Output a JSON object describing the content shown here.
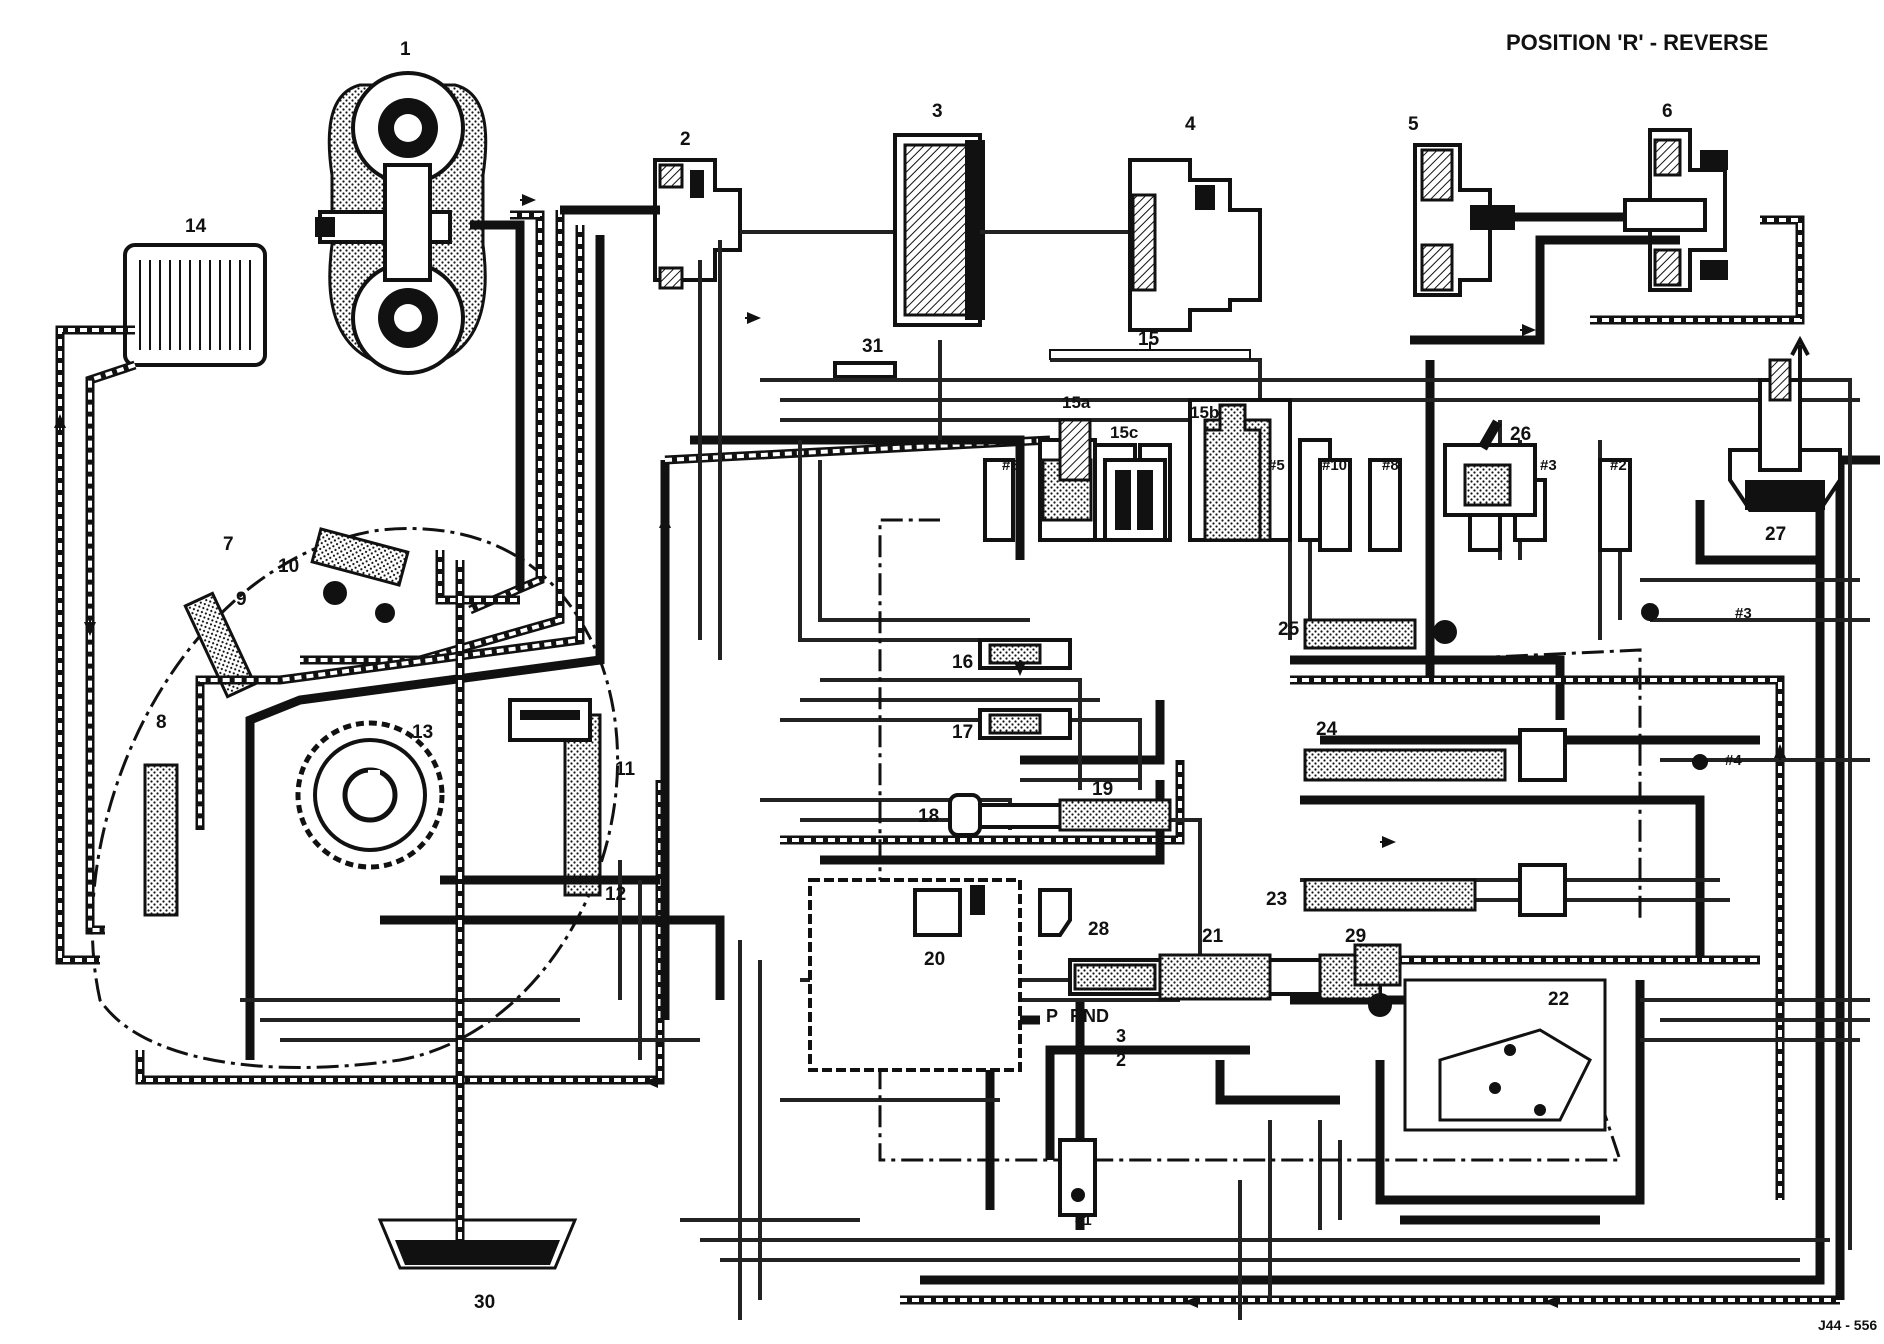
{
  "header": {
    "title": "POSITION 'R' - REVERSE"
  },
  "reference": "J44 - 556",
  "callouts": {
    "c1": "1",
    "c2": "2",
    "c3": "3",
    "c4": "4",
    "c5": "5",
    "c6": "6",
    "c7": "7",
    "c8": "8",
    "c9": "9",
    "c10": "10",
    "c11": "11",
    "c12": "12",
    "c13": "13",
    "c14": "14",
    "c15": "15",
    "c15a": "15a",
    "c15b": "15b",
    "c15c": "15c",
    "c16": "16",
    "c17": "17",
    "c18": "18",
    "c19": "19",
    "c20": "20",
    "c21": "21",
    "c22": "22",
    "c23": "23",
    "c24": "24",
    "c25": "25",
    "c26": "26",
    "c27": "27",
    "c28": "28",
    "c29": "29",
    "c30": "30",
    "c31": "31"
  },
  "check_valves": {
    "cv1": "#1",
    "cv2": "#2",
    "cv3a": "#3",
    "cv3b": "#3",
    "cv4": "#4",
    "cv5": "#5",
    "cv6": "#6",
    "cv8": "#8",
    "cv10": "#10"
  },
  "selector": {
    "p": "P",
    "rnd": "RND",
    "three": "3",
    "two": "2"
  }
}
